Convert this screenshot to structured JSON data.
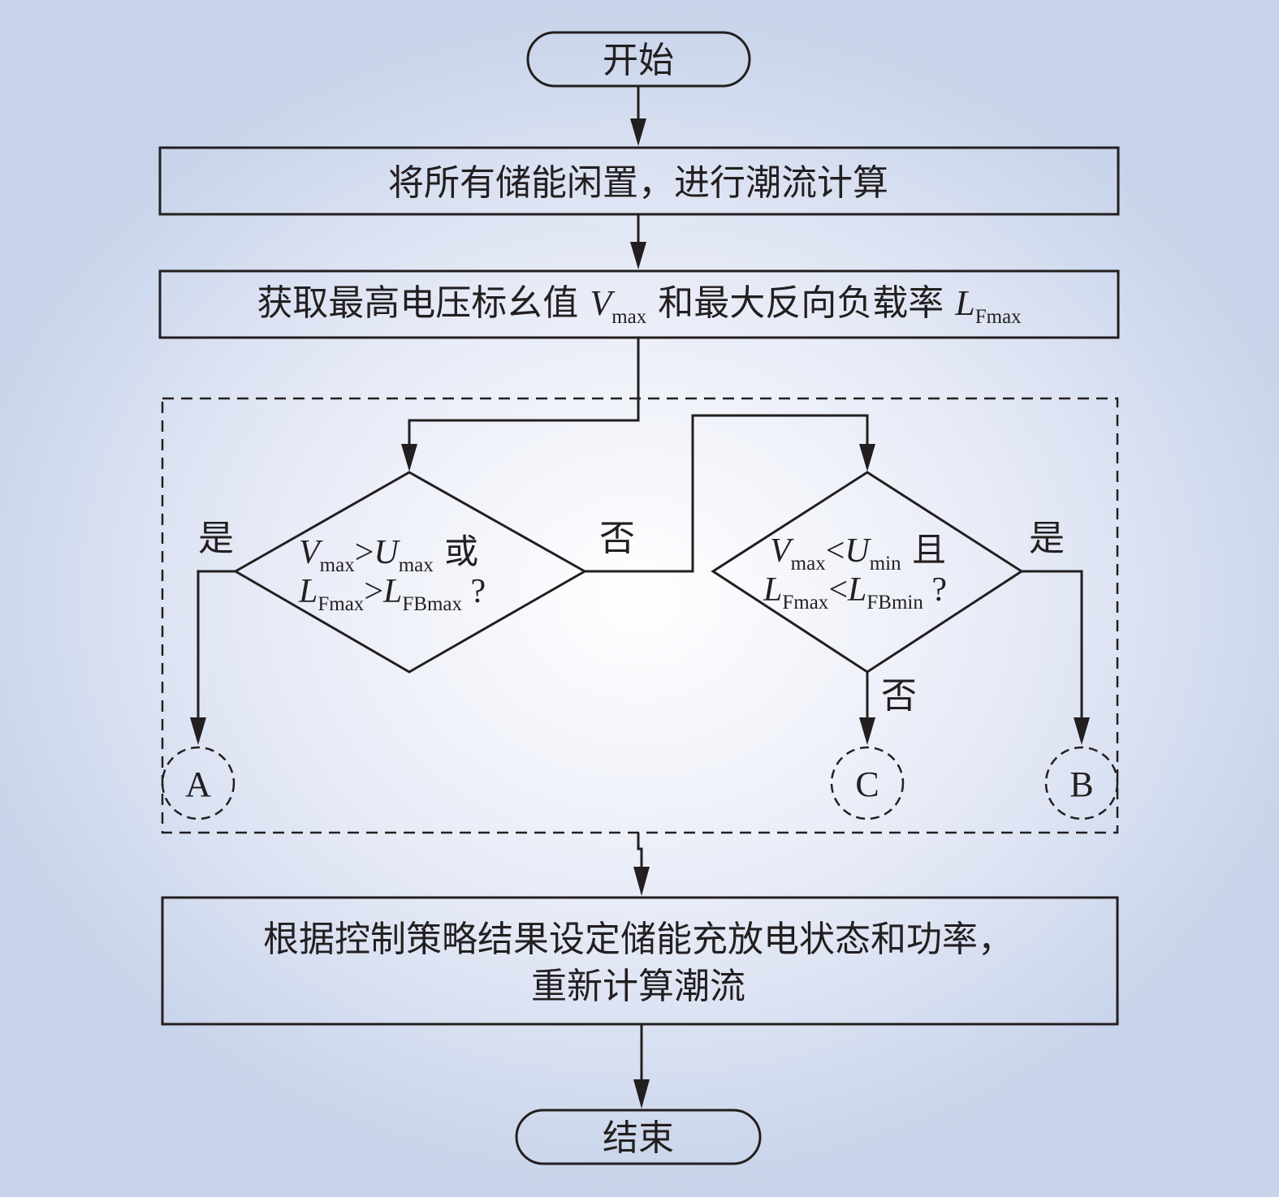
{
  "start": {
    "label": "开始"
  },
  "step1": {
    "label": "将所有储能闲置，进行潮流计算"
  },
  "step2": {
    "prefix": "获取最高电压标幺值 ",
    "v_main": "V",
    "v_sub": "max",
    "middle": " 和最大反向负载率 ",
    "l_main": "L",
    "l_sub": "Fmax"
  },
  "decision1": {
    "line1": {
      "a": "V",
      "a_sub": "max",
      "op": ">",
      "b": "U",
      "b_sub": "max",
      "tail": " 或"
    },
    "line2": {
      "a": "L",
      "a_sub": "Fmax",
      "op": ">",
      "b": "L",
      "b_sub": "FBmax",
      "tail": " ?"
    },
    "yes_label": "是",
    "no_label": "否"
  },
  "decision2": {
    "line1": {
      "a": "V",
      "a_sub": "max",
      "op": "<",
      "b": "U",
      "b_sub": "min",
      "tail": " 且"
    },
    "line2": {
      "a": "L",
      "a_sub": "Fmax",
      "op": "<",
      "b": "L",
      "b_sub": "FBmin",
      "tail": " ?"
    },
    "yes_label": "是",
    "no_label": "否"
  },
  "connectors": {
    "a": "A",
    "b": "B",
    "c": "C"
  },
  "step3": {
    "line1": "根据控制策略结果设定储能充放电状态和功率，",
    "line2": "重新计算潮流"
  },
  "end": {
    "label": "结束"
  }
}
